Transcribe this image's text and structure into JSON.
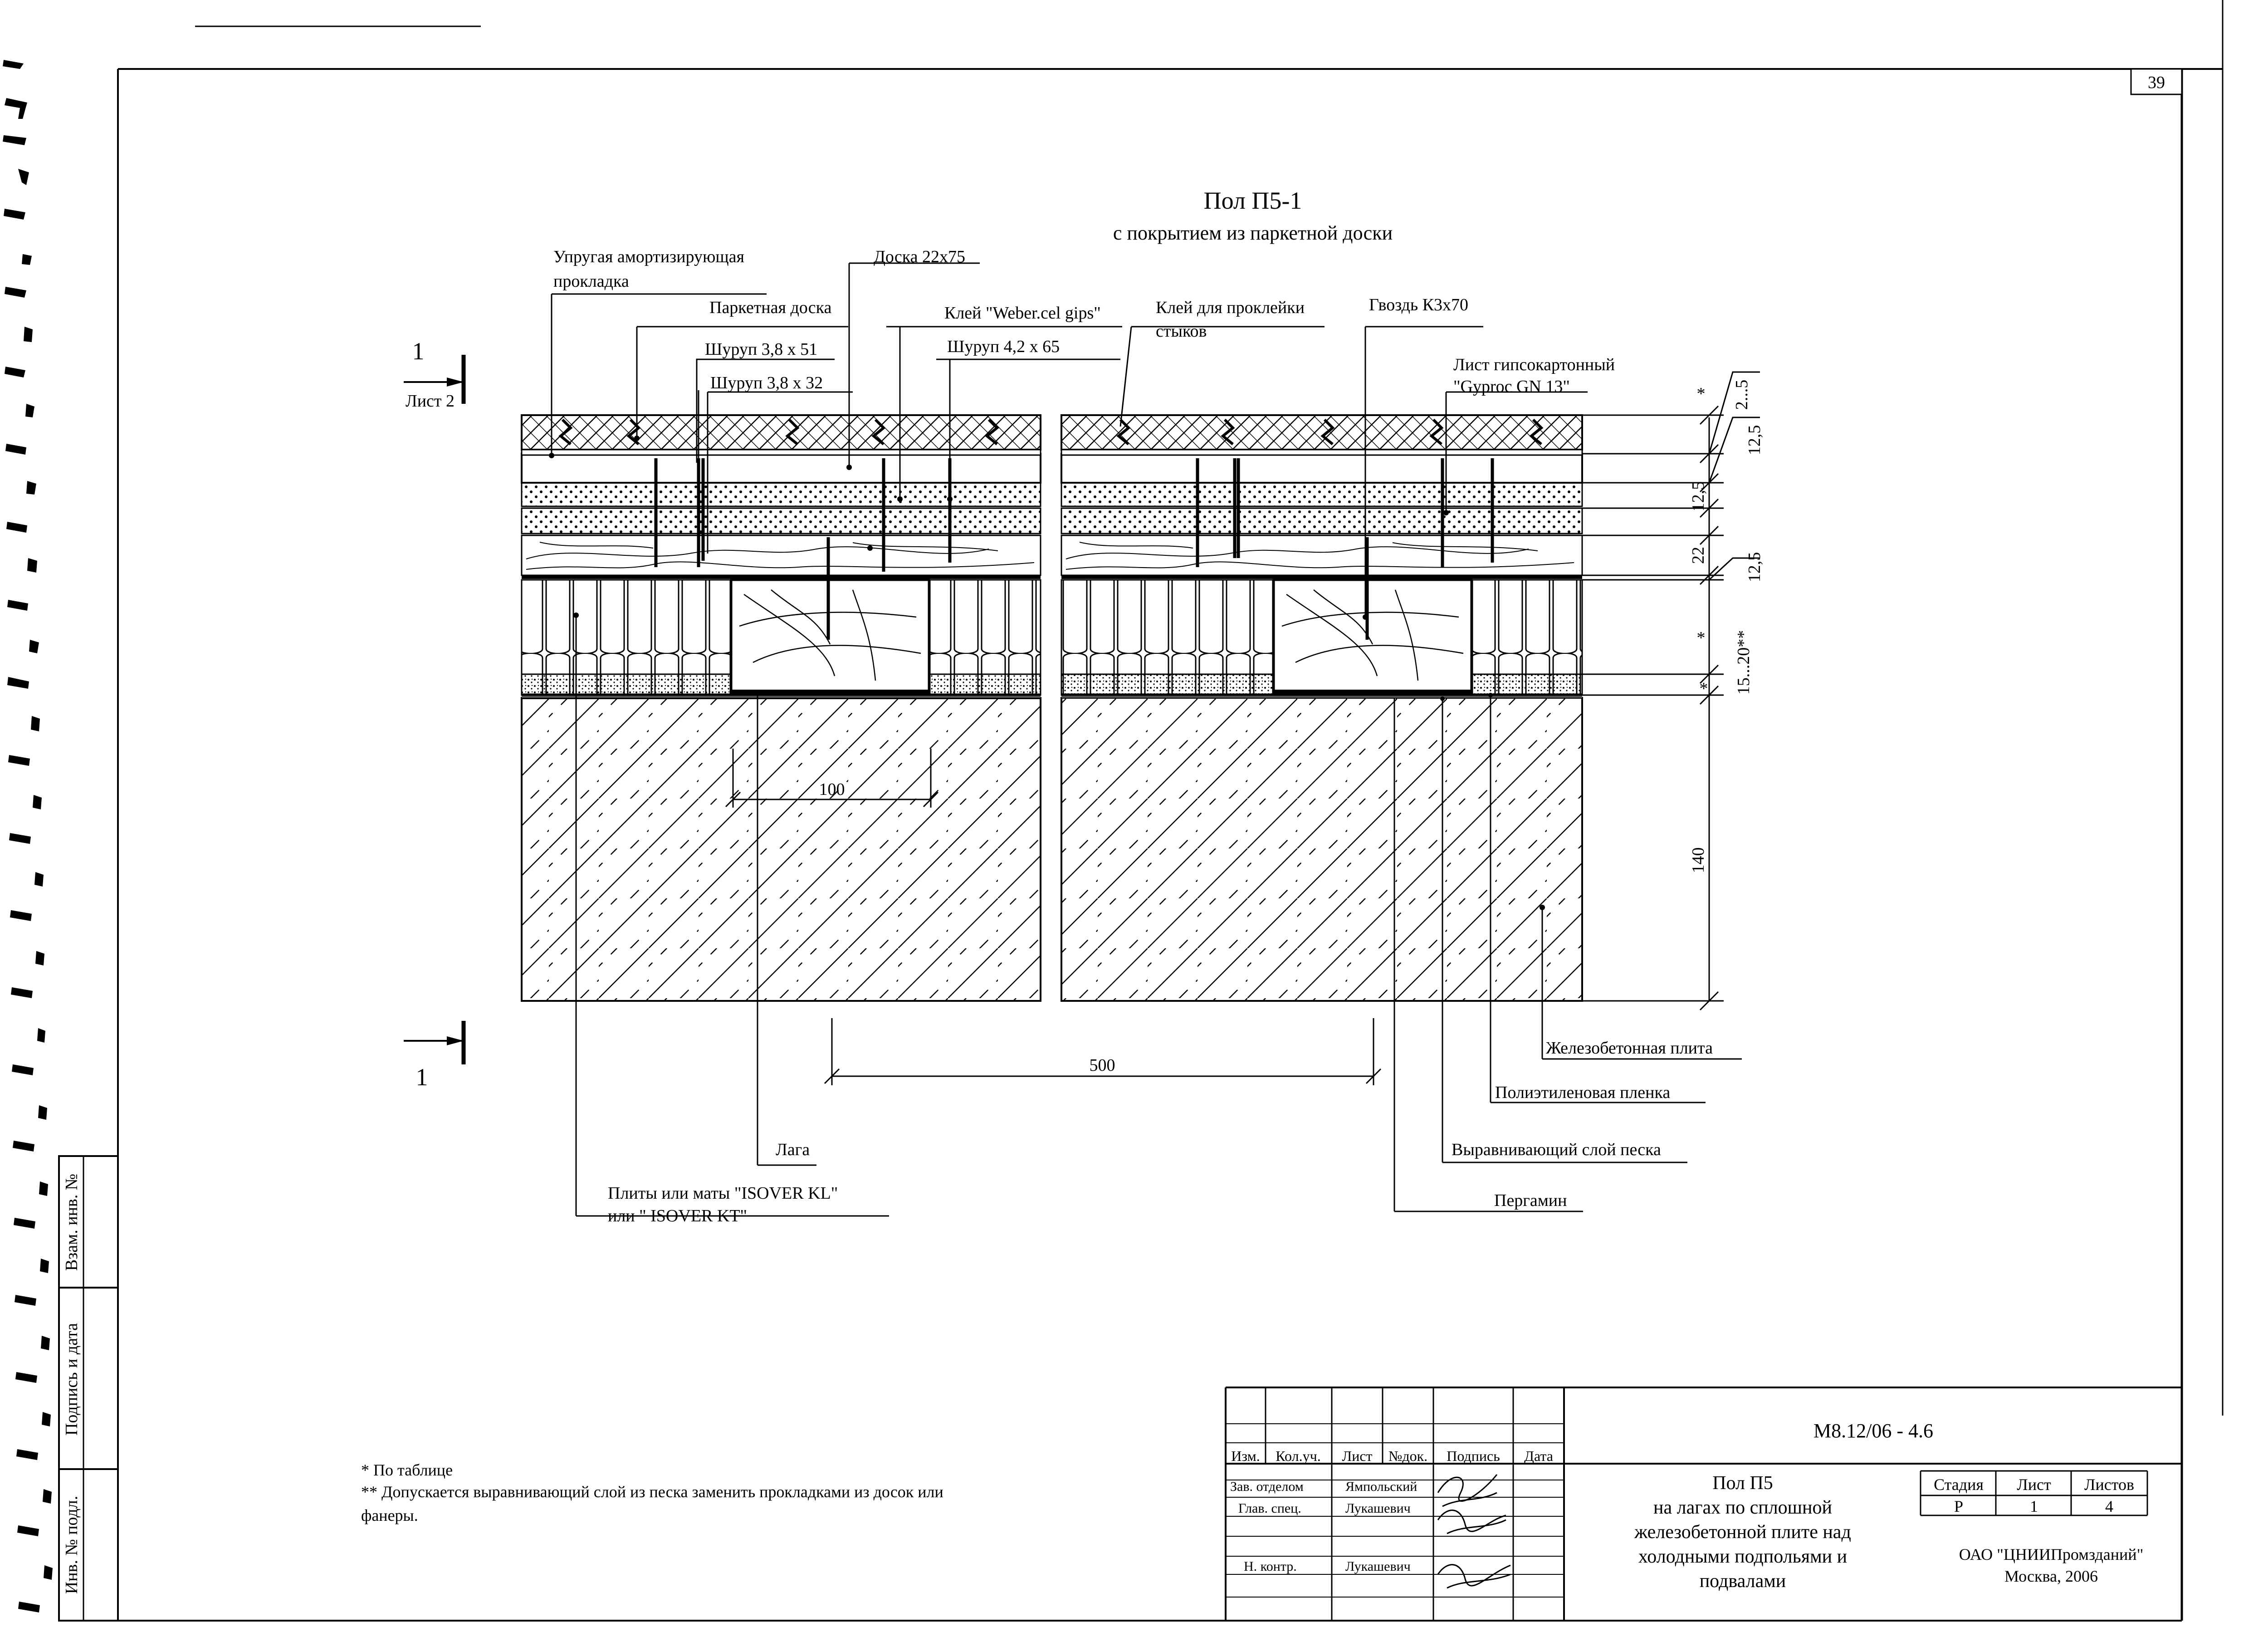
{
  "sheet_number": "39",
  "drawing": {
    "title": "Пол П5-1",
    "subtitle": "с покрытием из паркетной доски"
  },
  "section_marks": {
    "top_number": "1",
    "top_sheet": "Лист 2",
    "bottom_number": "1"
  },
  "labels": {
    "elastic_pad_1": "Упругая амортизирующая",
    "elastic_pad_2": "прокладка",
    "parquet_board": "Паркетная доска",
    "screw_51": "Шуруп 3,8 x 51",
    "screw_32": "Шуруп 3,8 x 32",
    "board": "Доска 22x75",
    "glue_weber": "Клей \"Weber.cel gips\"",
    "screw_65": "Шуруп 4,2 x 65",
    "glue_joints_1": "Клей для проклейки",
    "glue_joints_2": "стыков",
    "nail": "Гвоздь К3x70",
    "gypsum_1": "Лист гипсокартонный",
    "gypsum_2": "\"Gyproc GN 13\"",
    "rc_slab": "Железобетонная плита",
    "pe_film": "Полиэтиленовая пленка",
    "sand_layer": "Выравнивающий слой песка",
    "pergamin": "Пергамин",
    "joist": "Лага",
    "isover_1": "Плиты или маты \"ISOVER KL\"",
    "isover_2": "или \" ISOVER KT\""
  },
  "dimensions": {
    "d_2_5": "2...5",
    "d_12_5_a": "12,5",
    "d_12_5_b": "12,5",
    "d_22": "22",
    "d_12_5_c": "12,5",
    "star_1": "*",
    "star_2": "*",
    "star_3": "*",
    "d_15_20": "15...20**",
    "d_140": "140",
    "d_100": "100",
    "d_500": "500"
  },
  "notes": {
    "note1": "* По таблице",
    "note2a": "** Допускается выравнивающий слой из песка заменить прокладками из досок или",
    "note2b": "фанеры."
  },
  "left_strip": {
    "inv_podl": "Инв. № подл.",
    "podpis_data": "Подпись и дата",
    "vzam_inv": "Взам. инв. №"
  },
  "title_block": {
    "code": "М8.12/06 - 4.6",
    "headers": [
      "Изм.",
      "Кол.уч.",
      "Лист",
      "№док.",
      "Подпись",
      "Дата"
    ],
    "rows": [
      {
        "role": "Зав. отделом",
        "name": "Ямпольский"
      },
      {
        "role": "Глав. спец.",
        "name": "Лукашевич"
      },
      {
        "role": "Н. контр.",
        "name": "Лукашевич"
      }
    ],
    "name_1": "Пол П5",
    "name_2": "на лагах по сплошной",
    "name_3": "железобетонной плите над",
    "name_4": "холодными подпольями и",
    "name_5": "подвалами",
    "stage_label": "Стадия",
    "sheet_label": "Лист",
    "sheets_label": "Листов",
    "stage": "Р",
    "sheet": "1",
    "sheets": "4",
    "org_1": "ОАО \"ЦНИИПромзданий\"",
    "org_2": "Москва, 2006"
  }
}
